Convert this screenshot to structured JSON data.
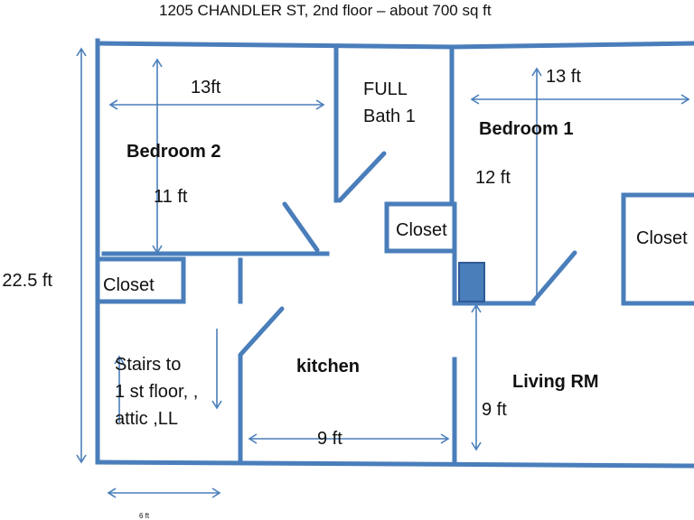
{
  "title": "1205 CHANDLER ST, 2nd floor – about 700 sq ft",
  "rooms": {
    "bedroom2": "Bedroom 2",
    "bath_line1": "FULL",
    "bath_line2": "Bath 1",
    "bedroom1": "Bedroom 1",
    "closet_left": "Closet",
    "closet_center": "Closet",
    "closet_right": "Closet",
    "kitchen": "kitchen",
    "living": "Living RM",
    "stairs_line1": "Stairs to",
    "stairs_line2": "1 st floor, ,",
    "stairs_line3": "attic ,LL"
  },
  "dimensions": {
    "bedroom2_width": "13ft",
    "bedroom2_depth": "11 ft",
    "bedroom1_width": "13 ft",
    "bedroom1_depth": "12 ft",
    "overall_depth": "22.5 ft",
    "kitchen_width": "9 ft",
    "living_depth": "9 ft",
    "stairs_width": "6 ft"
  },
  "colors": {
    "wall": "#4A7EBB",
    "wall_dark": "#2E5A96",
    "text": "#111111"
  }
}
